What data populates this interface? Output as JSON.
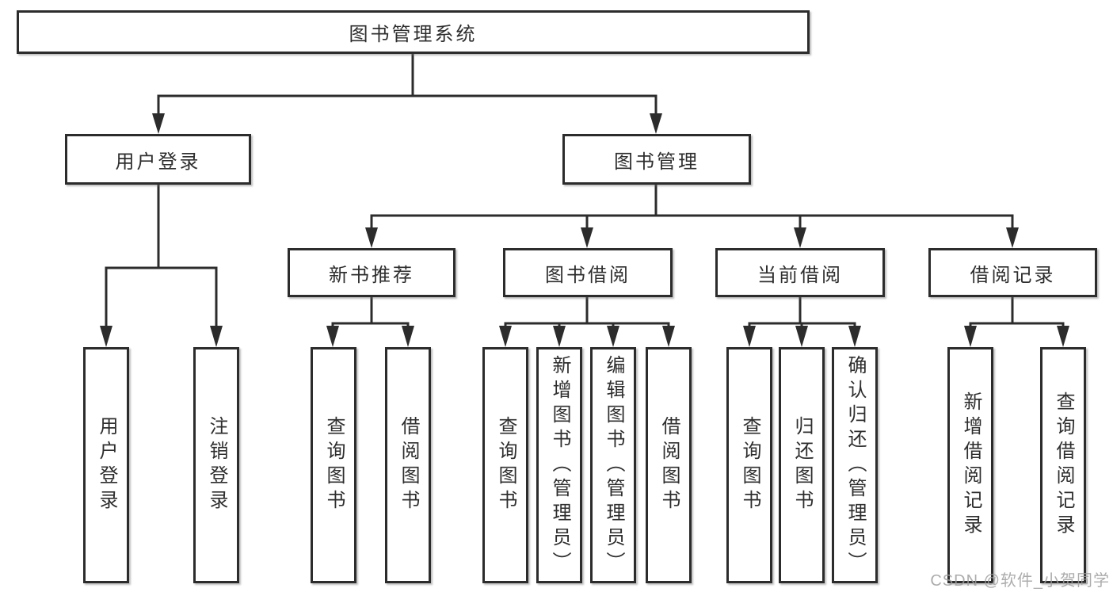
{
  "diagram": {
    "title": "图书管理系统",
    "root": {
      "label": "图书管理系统"
    },
    "level2": [
      {
        "label": "用户登录",
        "children": [
          "用户登录",
          "注销登录"
        ]
      },
      {
        "label": "图书管理",
        "children": [
          "新书推荐",
          "图书借阅",
          "当前借阅",
          "借阅记录"
        ]
      }
    ],
    "level3": [
      {
        "label": "新书推荐",
        "children": [
          "查询图书",
          "借阅图书"
        ]
      },
      {
        "label": "图书借阅",
        "children": [
          "查询图书",
          "新增图书（管理员）",
          "编辑图书（管理员）",
          "借阅图书"
        ]
      },
      {
        "label": "当前借阅",
        "children": [
          "查询图书",
          "归还图书",
          "确认归还（管理员）"
        ]
      },
      {
        "label": "借阅记录",
        "children": [
          "新增借阅记录",
          "查询借阅记录"
        ]
      }
    ],
    "leaves": [
      {
        "label": "用户登录",
        "parent": "用户登录"
      },
      {
        "label": "注销登录",
        "parent": "用户登录"
      },
      {
        "label": "查询图书",
        "parent": "新书推荐"
      },
      {
        "label": "借阅图书",
        "parent": "新书推荐"
      },
      {
        "label": "查询图书",
        "parent": "图书借阅"
      },
      {
        "label": "新增图书（管理员）",
        "parent": "图书借阅"
      },
      {
        "label": "编辑图书（管理员）",
        "parent": "图书借阅"
      },
      {
        "label": "借阅图书",
        "parent": "图书借阅"
      },
      {
        "label": "查询图书",
        "parent": "当前借阅"
      },
      {
        "label": "归还图书",
        "parent": "当前借阅"
      },
      {
        "label": "确认归还（管理员）",
        "parent": "当前借阅"
      },
      {
        "label": "新增借阅记录",
        "parent": "借阅记录"
      },
      {
        "label": "查询借阅记录",
        "parent": "借阅记录"
      }
    ]
  },
  "watermark": {
    "text": "CSDN @软件_小贺同学"
  },
  "colors": {
    "line": "#2c2c2c",
    "box_border": "#2c2c2c",
    "text": "#2e2e2e",
    "watermark": "#9e9e9e",
    "background": "#ffffff"
  }
}
